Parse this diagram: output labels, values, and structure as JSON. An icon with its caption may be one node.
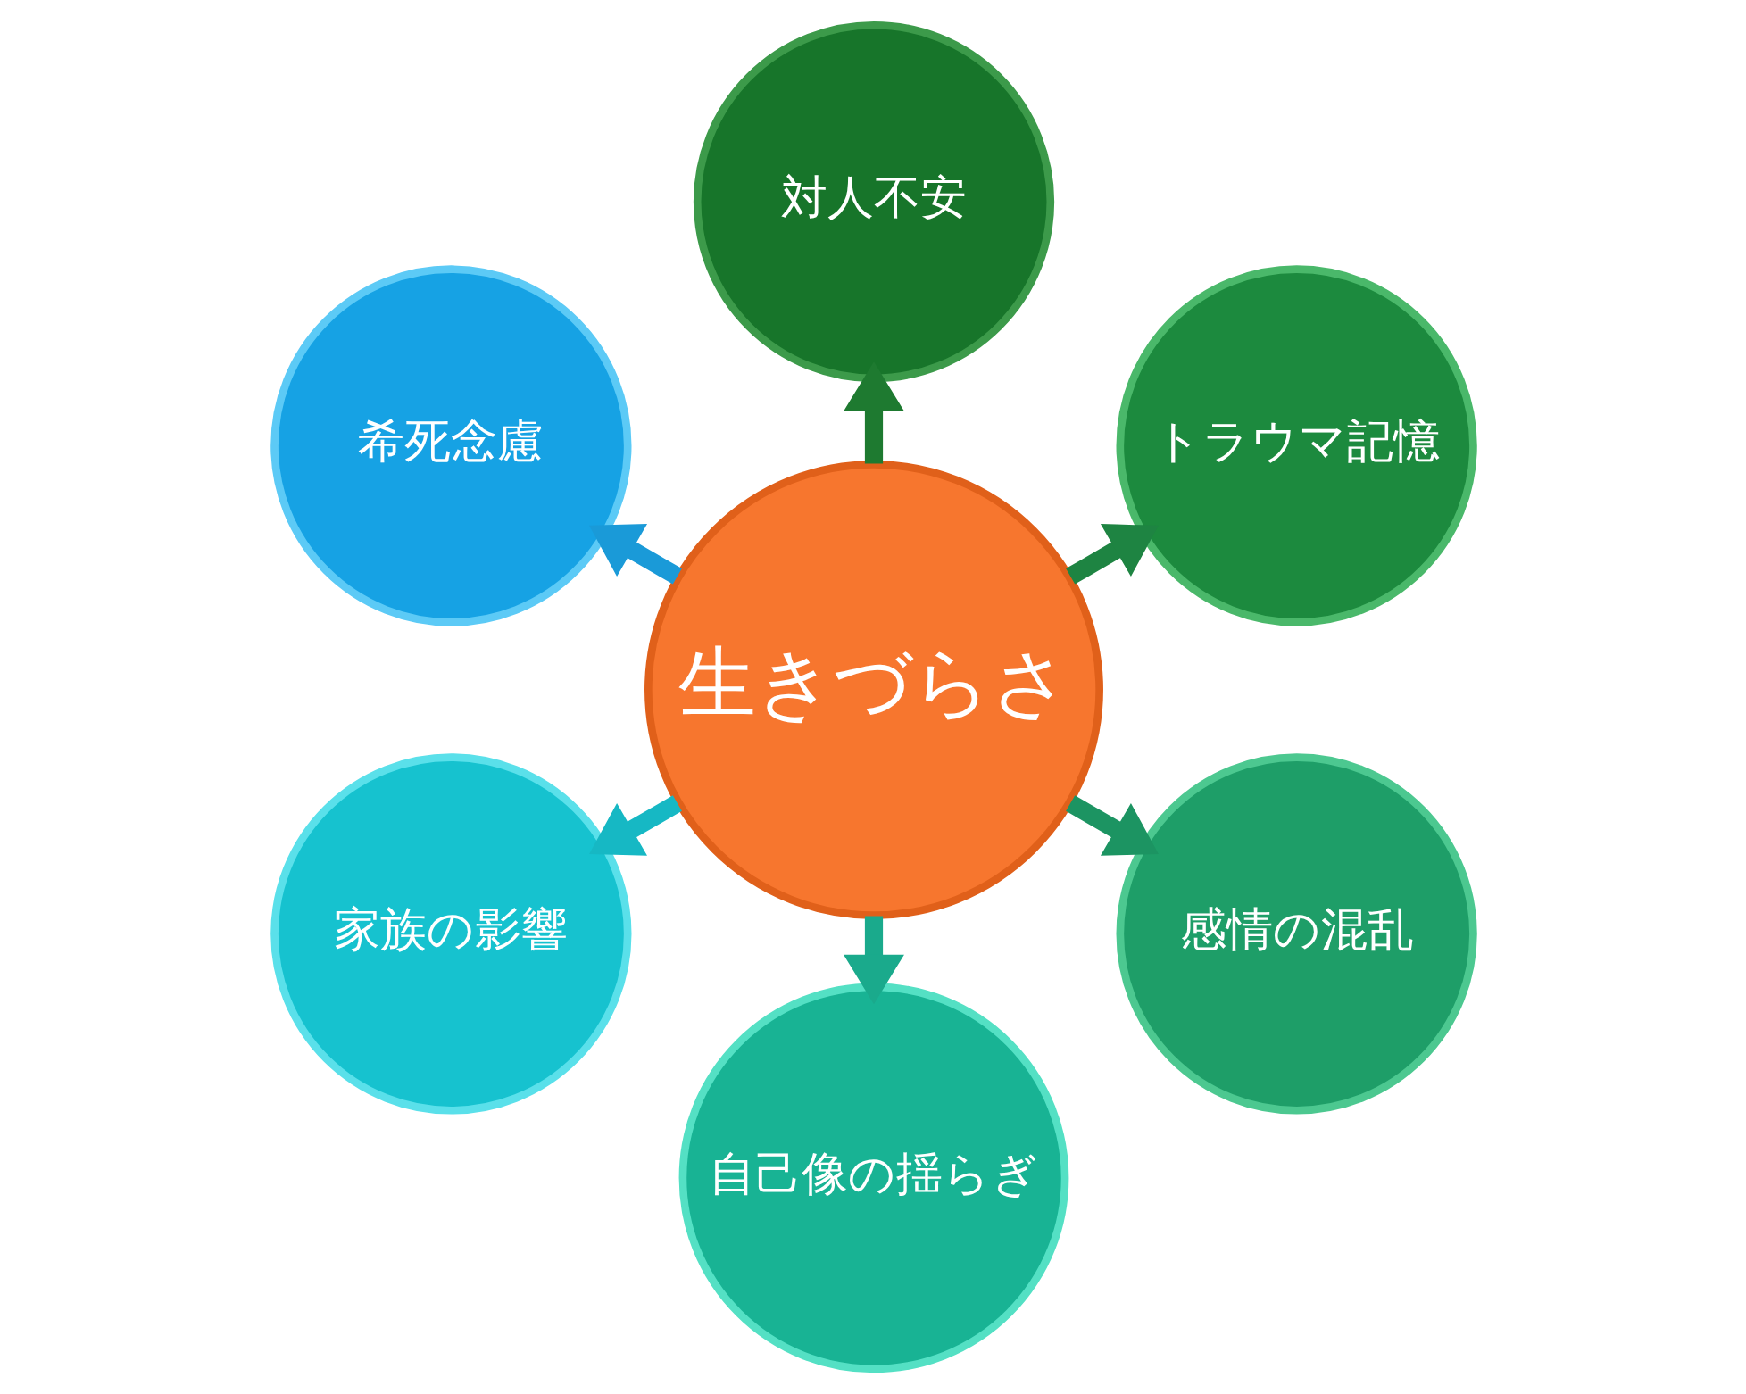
{
  "diagram": {
    "nodes": [
      {
        "text": [
          "生きづらさ"
        ]
      },
      {
        "text": [
          "対人不安"
        ]
      },
      {
        "text": [
          "トラウマ記憶"
        ]
      },
      {
        "text": [
          "感情の混乱"
        ]
      },
      {
        "text": [
          "自己像の揺らぎ"
        ]
      },
      {
        "text": [
          "家族の影響"
        ]
      },
      {
        "text": [
          "希死念慮"
        ]
      }
    ],
    "edges": [
      {
        "from": 0,
        "to": 1,
        "arrow": "to",
        "color": "#1e7a30"
      },
      {
        "from": 0,
        "to": 2,
        "arrow": "to",
        "color": "#1e8442"
      },
      {
        "from": 0,
        "to": 3,
        "arrow": "to",
        "color": "#1c9462"
      },
      {
        "from": 0,
        "to": 4,
        "arrow": "to",
        "color": "#1aaa8c"
      },
      {
        "from": 0,
        "to": 5,
        "arrow": "to",
        "color": "#16b8c4"
      },
      {
        "from": 0,
        "to": 6,
        "arrow": "to",
        "color": "#1a9ad8"
      }
    ]
  }
}
